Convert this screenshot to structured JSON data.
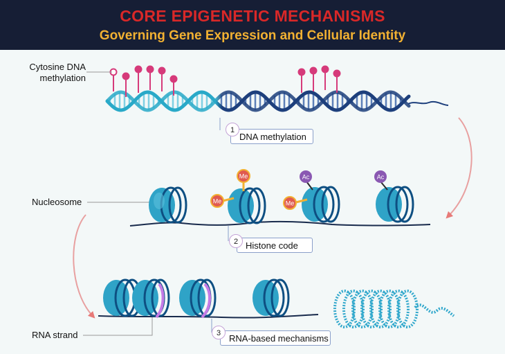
{
  "header": {
    "title": "CORE EPIGENETIC MECHANISMS",
    "subtitle": "Governing Gene Expression and Cellular Identity"
  },
  "labels": {
    "cytosine": "Cytosine DNA methylation",
    "nucleosome": "Nucleosome",
    "rna_strand": "RNA strand"
  },
  "steps": [
    {
      "num": "1",
      "label": "DNA methylation"
    },
    {
      "num": "2",
      "label": "Histone code"
    },
    {
      "num": "3",
      "label": "RNA-based mechanisms"
    }
  ],
  "marks": {
    "methyl": "Me",
    "acetyl": "Ac"
  },
  "colors": {
    "banner": "#161e35",
    "title": "#d92828",
    "subtitle": "#f2b132",
    "dna_light": "#29a9c8",
    "dna_dark": "#1d3f7c",
    "methyl_pin": "#d63a7a",
    "nucleosome": "#2fa3c7",
    "methyl_mark": "#e05a4f",
    "acetyl_mark": "#8a58b2",
    "rna": "#c47be6",
    "arrow": "#e77a78"
  }
}
